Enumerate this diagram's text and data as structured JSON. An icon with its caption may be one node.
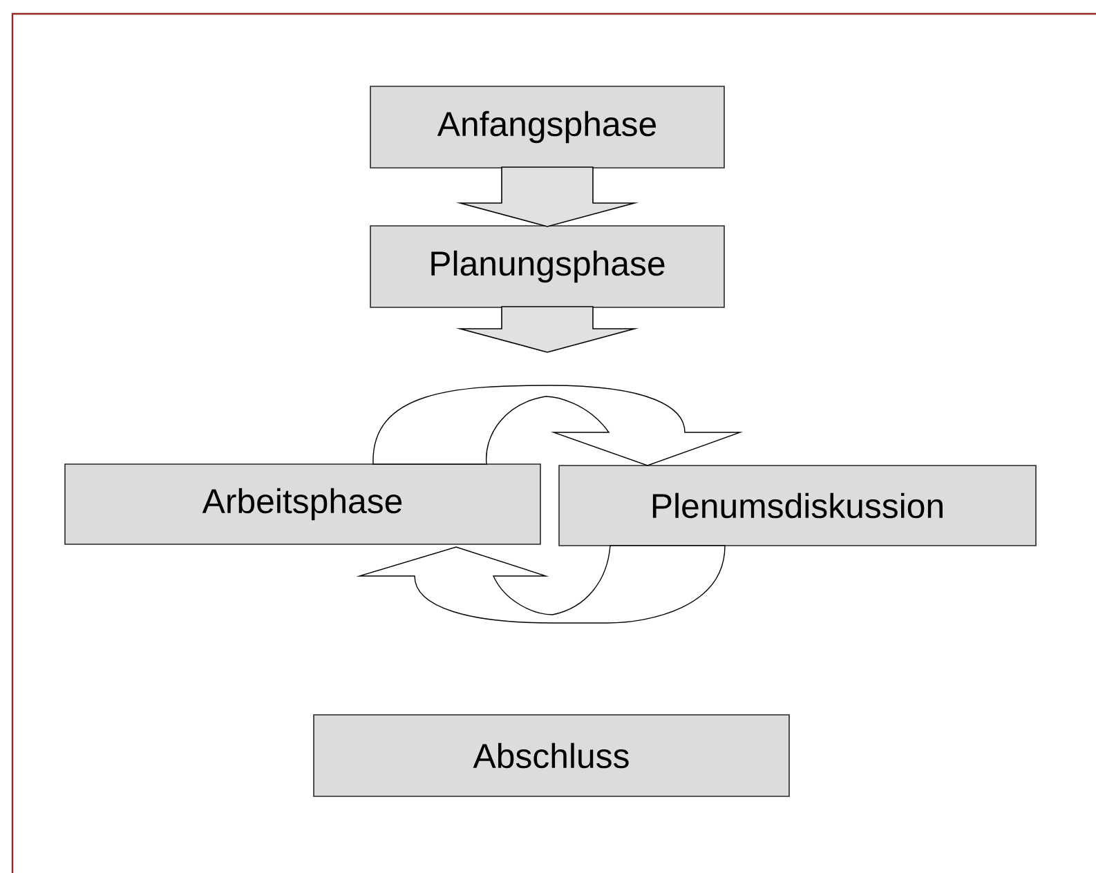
{
  "diagram": {
    "nodes": [
      {
        "text": [
          "Anfangsphase"
        ]
      },
      {
        "text": [
          "Planungsphase"
        ]
      },
      {
        "text": [
          "Arbeitsphase"
        ]
      },
      {
        "text": [
          "Plenumsdiskussion"
        ]
      },
      {
        "text": [
          "Abschluss"
        ]
      }
    ],
    "edges": [
      {
        "from": 0,
        "to": 1,
        "arrow": "to"
      },
      {
        "from": 1,
        "to": null,
        "arrow": "to"
      },
      {
        "from": 2,
        "to": 3,
        "arrow": "to"
      },
      {
        "from": 3,
        "to": 2,
        "arrow": "to"
      }
    ]
  }
}
